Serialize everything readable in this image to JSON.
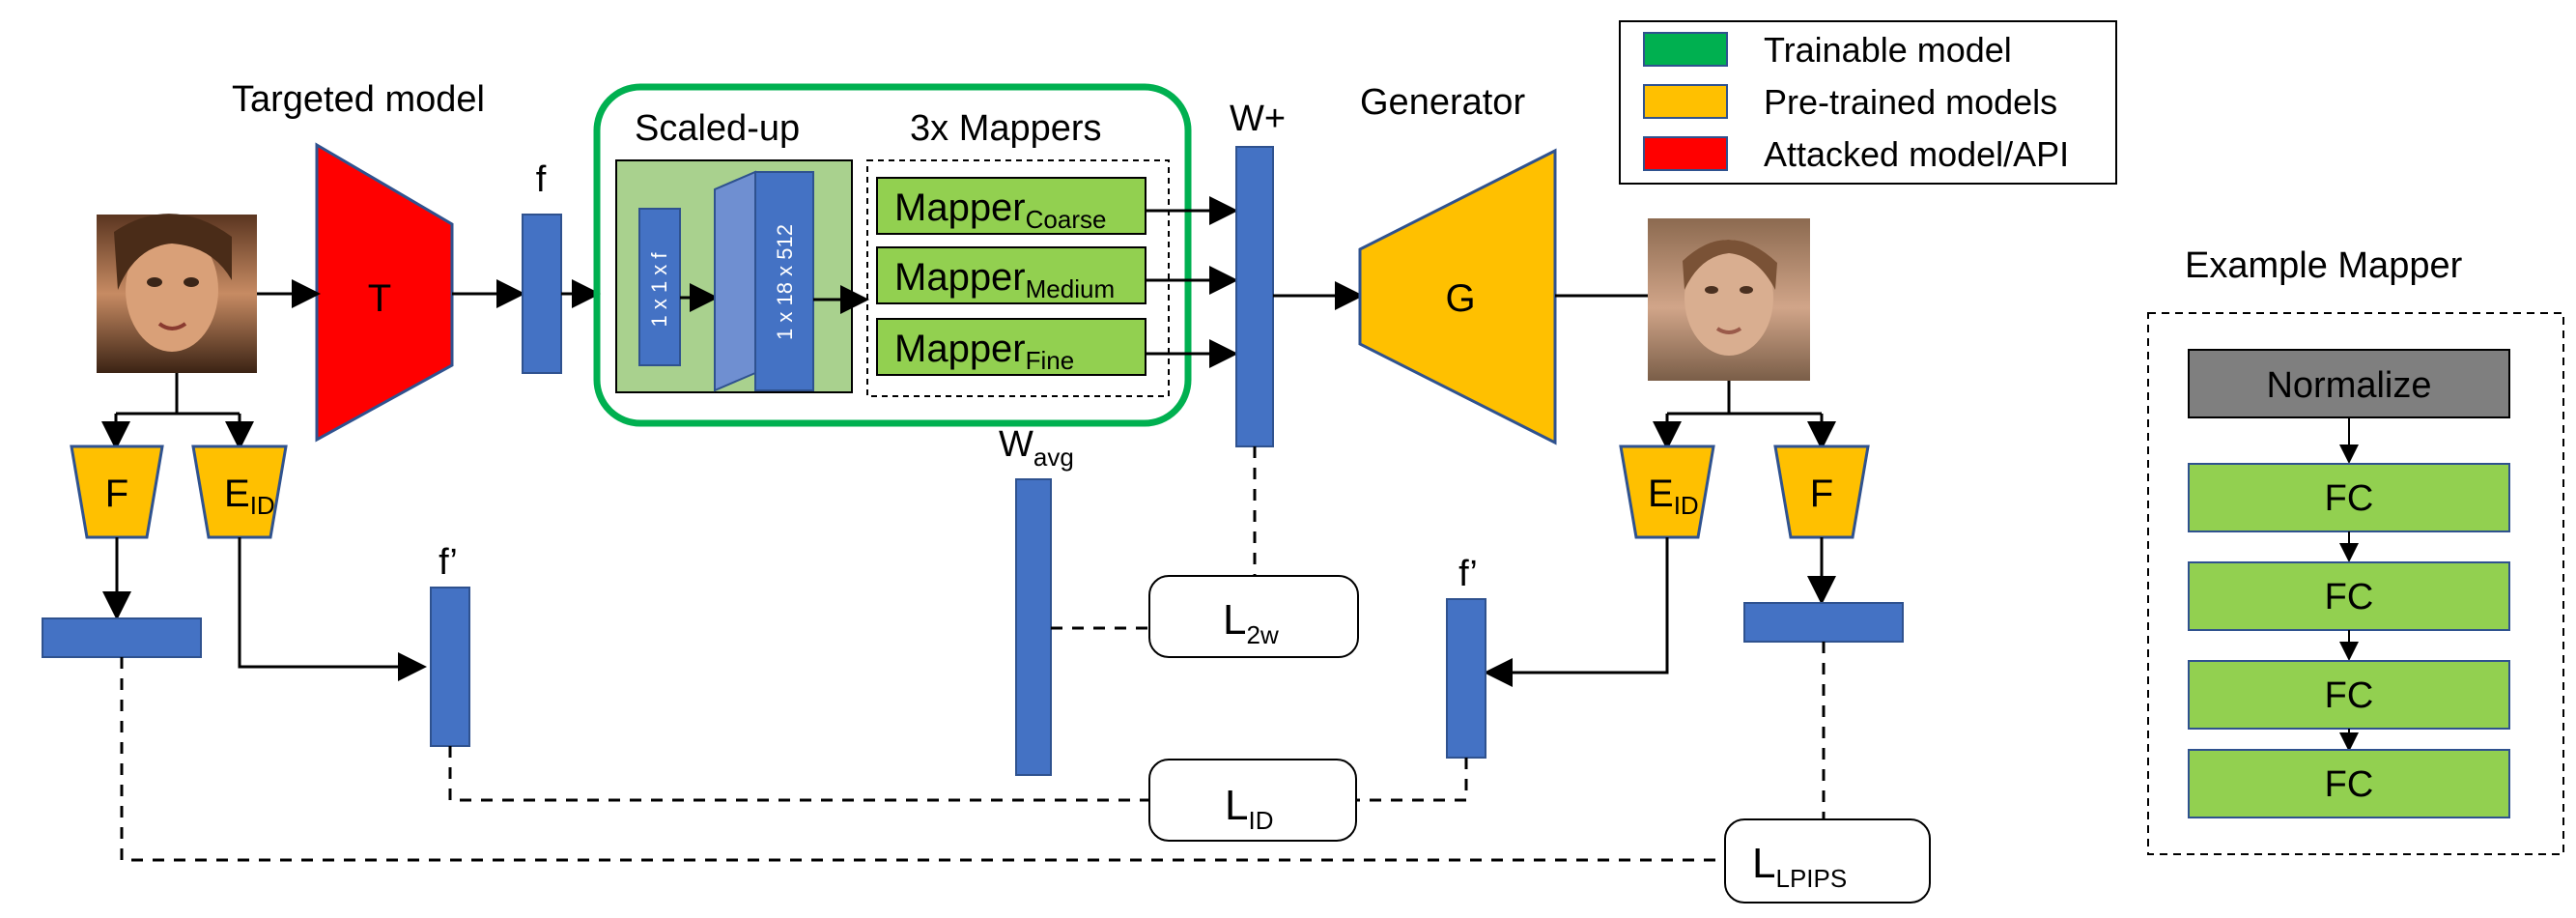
{
  "legend": {
    "trainable": {
      "label": "Trainable model",
      "color": "#00b050"
    },
    "pretrained": {
      "label": "Pre-trained models",
      "color": "#ffc000"
    },
    "attacked": {
      "label": "Attacked model/API",
      "color": "#ff0000"
    }
  },
  "colors": {
    "vector": "#4472c4",
    "vector_dark": "#2f528f",
    "mapper_fill": "#92d050",
    "scaled_bg": "#a9d18e",
    "normalize": "#7f7f7f",
    "photo_left": "#8a5a3a",
    "photo_right": "#b0896a"
  },
  "labels": {
    "targeted_model": "Targeted model",
    "target_block": "T",
    "feature_f": "f",
    "scaled_up": "Scaled-up",
    "mappers_title": "3x Mappers",
    "vec_small": "1 x 1 x f",
    "vec_large": "1 x 18 x 512",
    "mapper_base": "Mapper",
    "mapper_coarse_sub": "Coarse",
    "mapper_medium_sub": "Medium",
    "mapper_fine_sub": "Fine",
    "w_plus": "W+",
    "w_avg_base": "W",
    "w_avg_sub": "avg",
    "generator": "Generator",
    "generator_block": "G",
    "f_block": "F",
    "eid_base": "E",
    "eid_sub": "ID",
    "f_prime": "f’",
    "loss_base": "L",
    "l2w_sub": "2w",
    "lid_sub": "ID",
    "llpips_sub": "LPIPS"
  },
  "example_mapper": {
    "title": "Example Mapper",
    "normalize": "Normalize",
    "layers": [
      "FC",
      "FC",
      "FC",
      "FC"
    ]
  },
  "icons": {
    "input_face": "woman-face-photo",
    "output_face": "generated-face-photo"
  }
}
